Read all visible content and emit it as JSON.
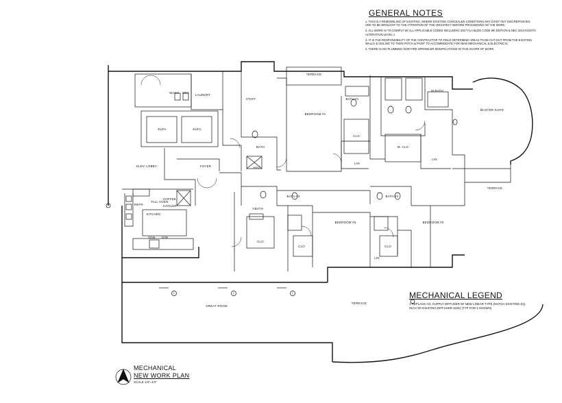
{
  "general_notes": {
    "title": "GENERAL NOTES",
    "items": [
      "1. THIS IS A REMODELING OF EXISTING, WHERE EXISTING CONCEALED CONDITIONS MAY EXIST ANY DISCREPANCIES ARE TO BE BROUGHT TO THE ATTENTION OF THE ARCHITECT BEFORE PROCEEDING W/ THE WORK",
      "2. ALL WORK IS TO COMPLY W/ ALL APPLICABLE CODES INCLUDING 2017 FLA BLDG CODE 6th EDITION & NEC 2014 EXISTG ALTERATION LEVEL 1",
      "3. IT IS THE RESPONSIBILITY OF THE CONTRACTOR TO FIELD DETERMINE AREAS TO BE CUT-OUT FROM THE EXISTING WALLS & CEILING TO THEN PATCH & PAINT TO ACCOMMODATE FOR NEW MECHANICAL & ELECTRICAL",
      "4. THERE IS NO PLUMBING NOR FIRE SPRINKLER MODIFICATIONS IN THIS SCOPE OF WORK"
    ]
  },
  "mechanical_legend": {
    "title": "MECHANICAL LEGEND",
    "items": [
      "1 REPLACE A/C SUPPLY DIFFUSER W/ NEW LINEAR TYPE (MATCH EXISTING SQ. INCH OF EXISTING DIFFUSER SIZE) (TYP FOR 3 SHOWN)"
    ]
  },
  "title_block": {
    "line1": "MECHANICAL",
    "line2": "NEW WORK PLAN",
    "scale": "SCALE 1/4\"=1'0\""
  },
  "rooms": {
    "terrace_top": "TERRACE",
    "laundry": "LAUNDRY",
    "wash": "WASH",
    "dry": "DRY",
    "staff": "STAFF",
    "bedroom_top": "BEDROOM #1",
    "bath_top": "BATH #1",
    "clo_top": "CLO",
    "lin_top": "LIN",
    "elev_1": "ELEV.",
    "elev_2": "ELEV.",
    "bath_staff": "BATH",
    "elev_lobby": "ELEV. LOBBY",
    "foyer": "FOYER",
    "m_bath": "M.BATH",
    "master_suite": "MASTER SUITE",
    "m_clo": "M. CLO",
    "lin_mid": "LIN",
    "terrace_right": "TERRACE",
    "ahu": "AHU",
    "ref": "REFR.",
    "oven": "TALL OVEN",
    "coffee": "COFFEE",
    "cooler": "COOLER",
    "kitchen": "KITCHEN",
    "sink": "SINK",
    "dw": "D/W",
    "half_bath": "½BATH",
    "clo_left": "CLO",
    "bath_3": "BATH #3",
    "bedroom_3": "BEDROOM #3",
    "clo_b3": "CLO",
    "bath_2": "BATH #2",
    "bedroom_2": "BEDROOM #2",
    "clo_b2": "CLO",
    "lin_b2": "LIN",
    "great_room": "GREAT ROOM",
    "terrace_bottom": "TERRACE",
    "diffuser_1": "1",
    "diffuser_2": "1",
    "diffuser_3": "1"
  }
}
